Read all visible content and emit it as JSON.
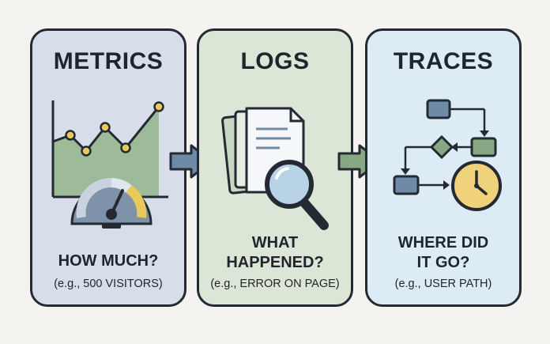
{
  "panels": [
    {
      "title": "METRICS",
      "question_lines": [
        "HOW MUCH?"
      ],
      "example": "(e.g., 500 VISITORS)",
      "icons": [
        "line-chart-icon",
        "gauge-icon"
      ]
    },
    {
      "title": "LOGS",
      "question_lines": [
        "WHAT",
        "HAPPENED?"
      ],
      "example": "(e.g., ERROR ON PAGE)",
      "icons": [
        "document-stack-icon",
        "magnifier-icon"
      ]
    },
    {
      "title": "TRACES",
      "question_lines": [
        "WHERE DID",
        "IT GO?"
      ],
      "example": "(e.g., USER PATH)",
      "icons": [
        "flow-diagram-icon",
        "clock-icon"
      ]
    }
  ],
  "connectors": [
    "arrow-right-icon",
    "arrow-right-icon"
  ],
  "colors": {
    "metrics_bg": "#d7dde9",
    "logs_bg": "#dce6d6",
    "traces_bg": "#dcebf4",
    "outline": "#232a33",
    "arrow_blue": "#6f8aa6",
    "arrow_green": "#87a882",
    "gauge_yellow": "#e8c95a",
    "clock_yellow": "#efd27a"
  }
}
